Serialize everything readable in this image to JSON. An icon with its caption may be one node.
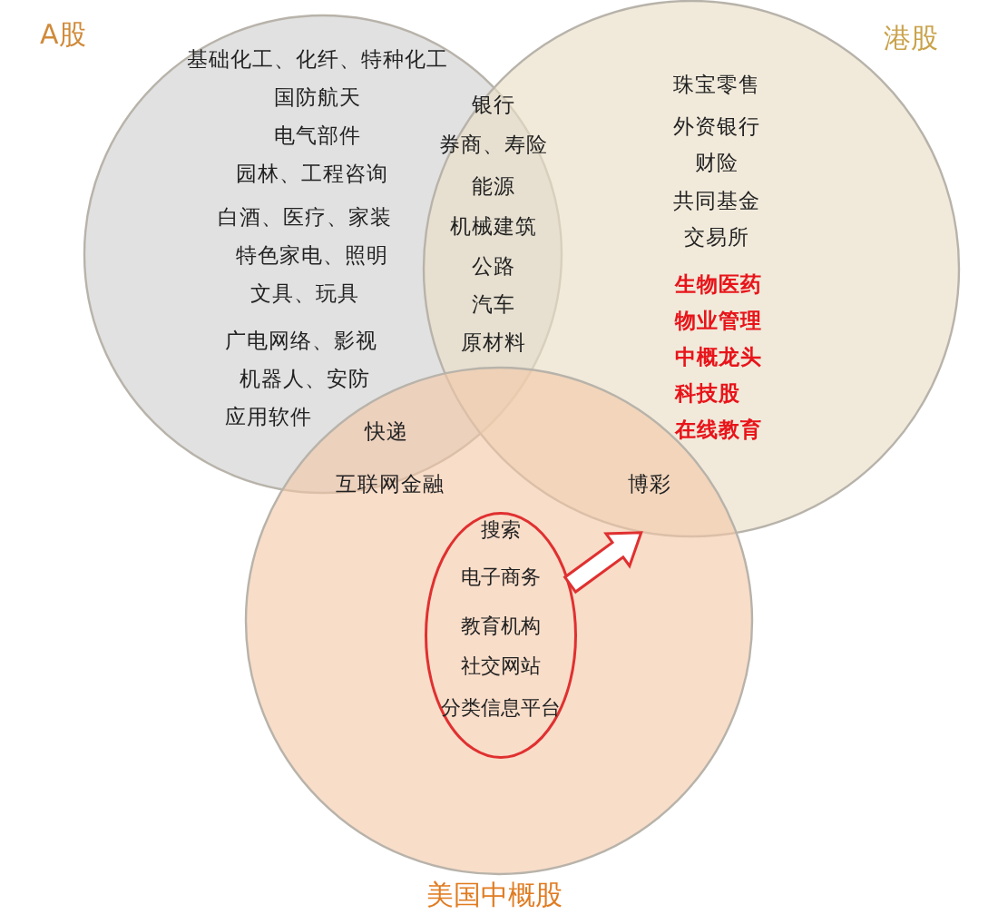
{
  "diagram": {
    "nodes": [
      {
        "text": [
          "A股"
        ]
      },
      {
        "text": [
          "港股"
        ]
      },
      {
        "text": [
          "美国中概股"
        ]
      },
      {
        "text": [
          "搜索",
          "电子商务",
          "教育机构",
          "社交网站",
          "分类信息平台"
        ],
        "in": 2
      }
    ],
    "edges": [
      {
        "from": 3,
        "to": 1,
        "arrow": "to",
        "color": "#e03030"
      }
    ],
    "labels": [
      "基础化工、化纤、特种化工",
      "国防航天",
      "电气部件",
      "园林、工程咨询",
      "白酒、医疗、家装",
      "特色家电、照明",
      "文具、玩具",
      "广电网络、影视",
      "机器人、安防",
      "应用软件",
      "银行",
      "券商、寿险",
      "能源",
      "机械建筑",
      "公路",
      "汽车",
      "原材料",
      "珠宝零售",
      "外资银行",
      "财险",
      "共同基金",
      "交易所",
      "生物医药",
      "物业管理",
      "中概龙头",
      "科技股",
      "在线教育",
      "快递",
      "互联网金融",
      "博彩"
    ]
  }
}
